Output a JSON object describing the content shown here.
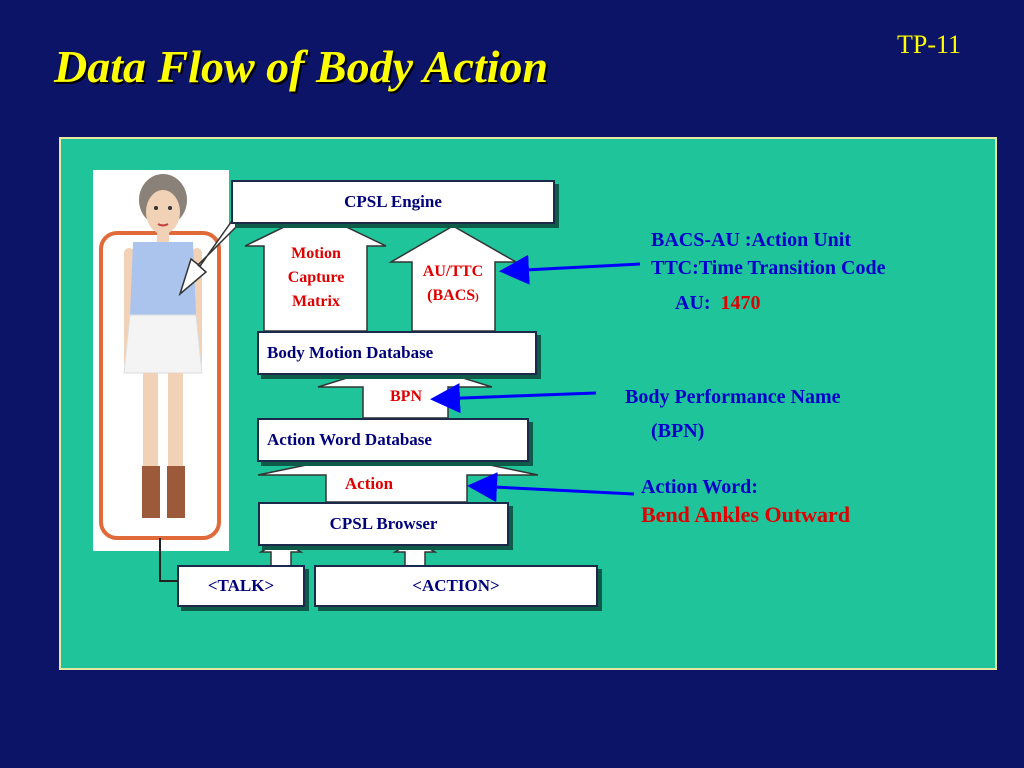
{
  "slide": {
    "title": "Data Flow of  Body Action",
    "page": "TP-11"
  },
  "boxes": {
    "engine": "CPSL Engine",
    "body_motion_db": "Body Motion Database",
    "action_word_db": "Action Word Database",
    "browser": "CPSL Browser",
    "talk": "<TALK>",
    "action": "<ACTION>"
  },
  "arrow_labels": {
    "motion_1": "Motion",
    "motion_2": "Capture",
    "motion_3": "Matrix",
    "au_ttc": "AU/TTC",
    "bacs": "(BACS",
    "bacs_close": ")",
    "bpn": "BPN",
    "action": "Action"
  },
  "notes": {
    "bacs_au": "BACS-AU  :Action Unit",
    "ttc": "TTC:Time Transition Code",
    "au_label": "AU:",
    "au_value": "1470",
    "bpn_1": "Body Performance Name",
    "bpn_2": "(BPN)",
    "action_word_label": "Action Word:",
    "action_word_value": "Bend Ankles Outward"
  },
  "colors": {
    "background": "#0b1466",
    "panel": "#1fc49a",
    "title": "#ffff00",
    "label_red": "#e00000",
    "note_blue": "#0000cc",
    "pointer_arrow": "#0000ff"
  },
  "icons": {
    "figure": "female-figure-illustration"
  }
}
